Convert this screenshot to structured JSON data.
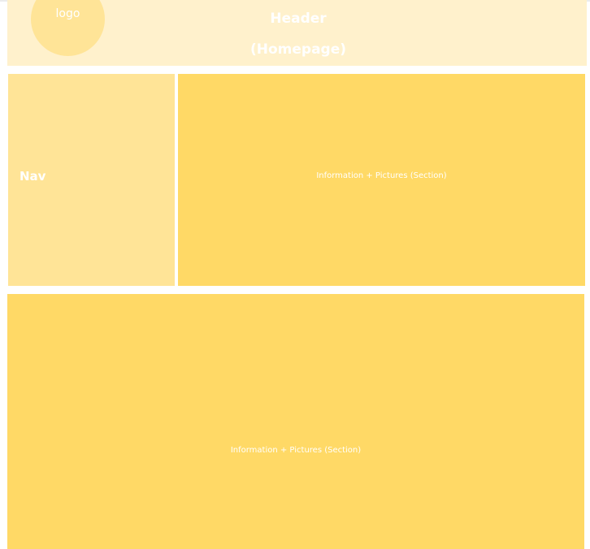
{
  "header": {
    "title": "Header",
    "subtitle": "(Homepage)",
    "logo_label": "logo"
  },
  "nav": {
    "label": "Nav"
  },
  "sections": [
    {
      "label": "Information + Pictures (Section)"
    },
    {
      "label": "Information + Pictures (Section)"
    }
  ],
  "colors": {
    "header_bg": "#fff1cc",
    "logo_bg": "#ffe497",
    "nav_bg": "#ffe497",
    "section_bg": "#ffd966",
    "text": "#ffffff"
  }
}
